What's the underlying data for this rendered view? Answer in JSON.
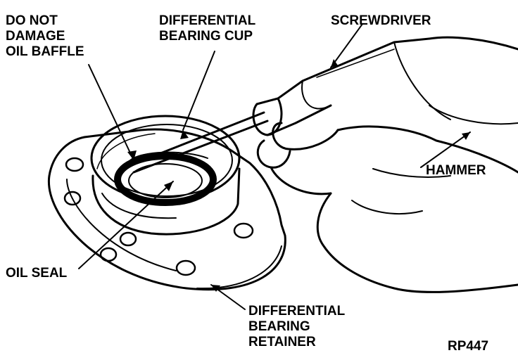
{
  "labels": {
    "do_not_damage_oil_baffle": [
      "DO NOT",
      "DAMAGE",
      "OIL BAFFLE"
    ],
    "differential_bearing_cup": [
      "DIFFERENTIAL",
      "BEARING CUP"
    ],
    "screwdriver": "SCREWDRIVER",
    "hammer": "HAMMER",
    "oil_seal": "OIL SEAL",
    "differential_bearing_retainer": [
      "DIFFERENTIAL",
      "BEARING",
      "RETAINER"
    ],
    "figure_code": "RP447"
  }
}
